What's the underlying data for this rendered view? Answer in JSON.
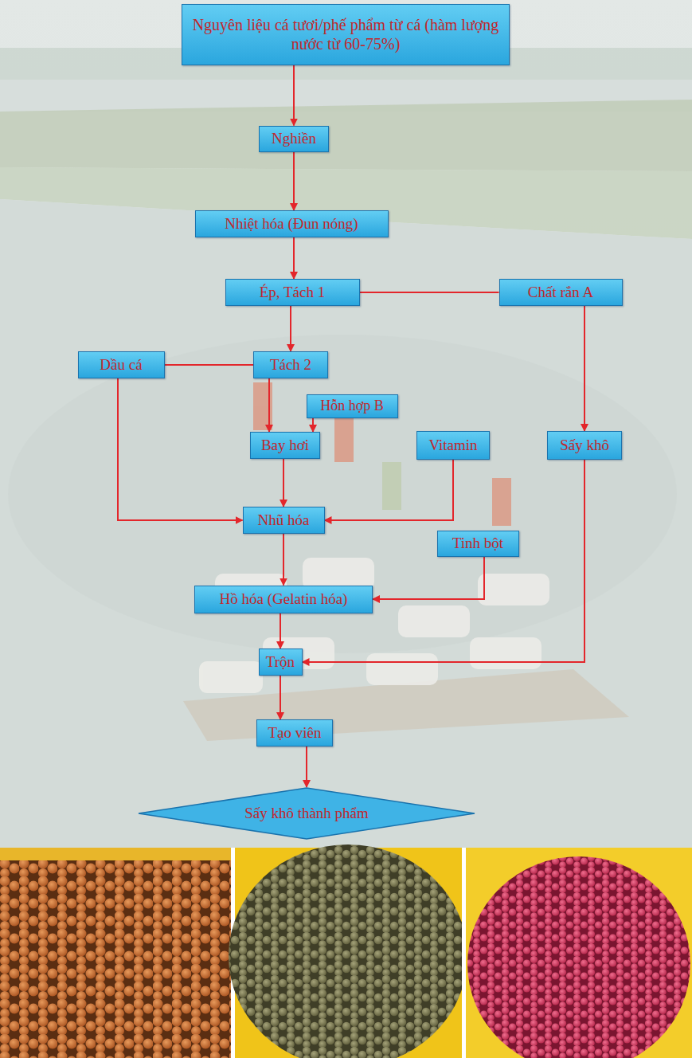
{
  "diagram": {
    "nodes": [
      {
        "text": [
          "Nguyên liệu cá tươi/phế phẩm từ cá (hàm lượng nước từ 60-75%)"
        ]
      },
      {
        "text": [
          "Nghiền"
        ]
      },
      {
        "text": [
          "Nhiệt hóa (Đun nóng)"
        ]
      },
      {
        "text": [
          "Ép, Tách 1"
        ]
      },
      {
        "text": [
          "Chất rắn A"
        ]
      },
      {
        "text": [
          "Dầu cá"
        ]
      },
      {
        "text": [
          "Tách 2"
        ]
      },
      {
        "text": [
          "Hỗn hợp B"
        ]
      },
      {
        "text": [
          "Bay hơi"
        ]
      },
      {
        "text": [
          "Vitamin"
        ]
      },
      {
        "text": [
          "Sấy khô"
        ]
      },
      {
        "text": [
          "Nhũ hóa"
        ]
      },
      {
        "text": [
          "Tinh bột"
        ]
      },
      {
        "text": [
          "Hồ hóa (Gelatin hóa)"
        ]
      },
      {
        "text": [
          "Trộn"
        ]
      },
      {
        "text": [
          "Tạo viên"
        ]
      },
      {
        "text": [
          "Sấy khô thành phẩm"
        ]
      }
    ],
    "edges": [
      {
        "from": 0,
        "to": 1,
        "arrow": "to"
      },
      {
        "from": 1,
        "to": 2,
        "arrow": "to"
      },
      {
        "from": 2,
        "to": 3,
        "arrow": "to"
      },
      {
        "from": 3,
        "to": 4,
        "arrow": "none"
      },
      {
        "from": 4,
        "to": 10,
        "arrow": "to"
      },
      {
        "from": 3,
        "to": 6,
        "arrow": "to"
      },
      {
        "from": 6,
        "to": 5,
        "arrow": "none"
      },
      {
        "from": 5,
        "to": 11,
        "arrow": "to"
      },
      {
        "from": 6,
        "to": 8,
        "arrow": "to"
      },
      {
        "from": 7,
        "to": 8,
        "arrow": "to"
      },
      {
        "from": 8,
        "to": 11,
        "arrow": "to"
      },
      {
        "from": 9,
        "to": 11,
        "arrow": "to"
      },
      {
        "from": 11,
        "to": 13,
        "arrow": "to"
      },
      {
        "from": 12,
        "to": 13,
        "arrow": "to"
      },
      {
        "from": 10,
        "to": 14,
        "arrow": "to"
      },
      {
        "from": 13,
        "to": 14,
        "arrow": "to"
      },
      {
        "from": 14,
        "to": 15,
        "arrow": "to"
      },
      {
        "from": 15,
        "to": 16,
        "arrow": "to"
      }
    ]
  }
}
